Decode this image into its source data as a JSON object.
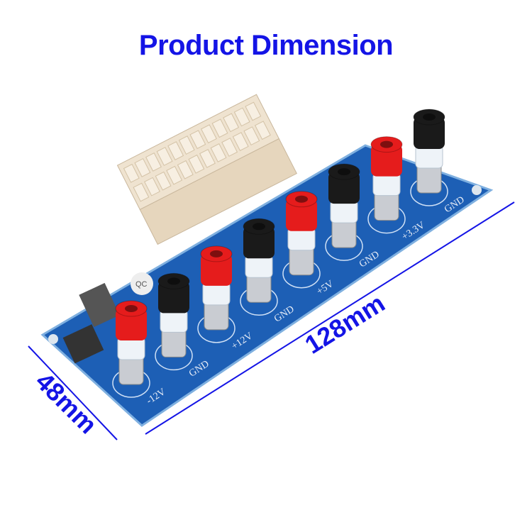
{
  "title": "Product Dimension",
  "dimensions": {
    "length": "128mm",
    "width": "48mm"
  },
  "board": {
    "terminal_labels": [
      "-12V",
      "GND",
      "+12V",
      "GND",
      "+5V",
      "GND",
      "+3.3V",
      "GND"
    ],
    "terminal_colors": [
      "#e51c1c",
      "#1a1a1a",
      "#e51c1c",
      "#1a1a1a",
      "#e51c1c",
      "#1a1a1a",
      "#e51c1c",
      "#1a1a1a"
    ],
    "badge_text": "QC",
    "pcb_color": "#1d5fb5",
    "dimension_color": "#1414e6"
  }
}
